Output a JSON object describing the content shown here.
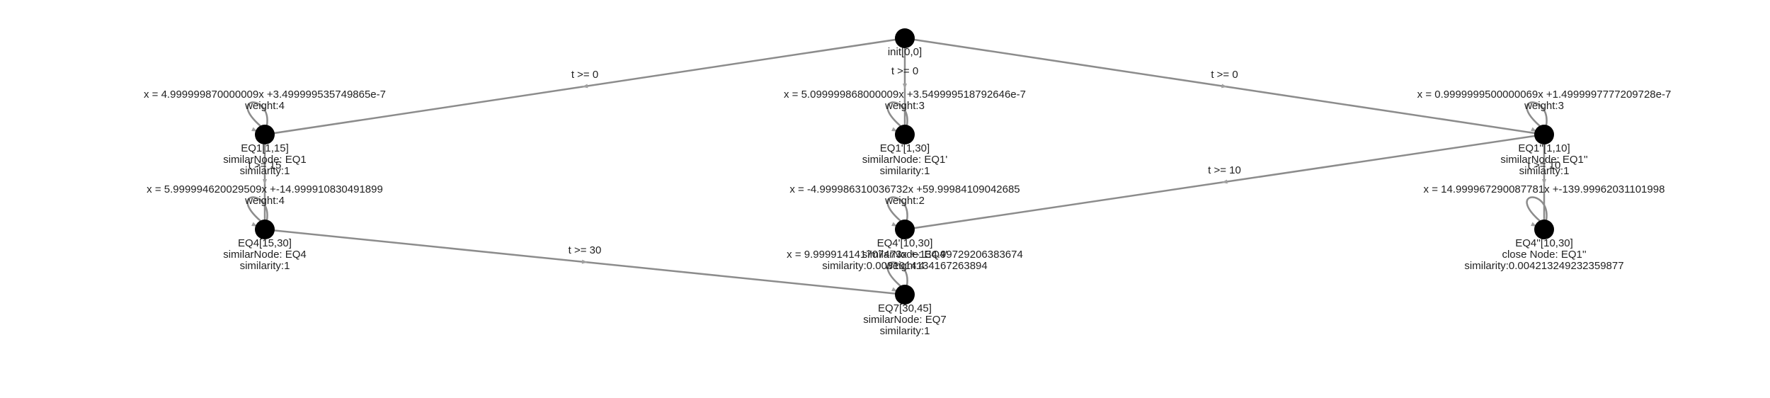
{
  "nodes": [
    {
      "id": "init",
      "lines": [
        "init[0,0]"
      ]
    },
    {
      "id": "eq1",
      "lines": [
        "EQ1[1,15]",
        "similarNode: EQ1",
        "similarity:1"
      ],
      "above": [
        "x = 4.999999870000009x +3.499999535749865e-7",
        "weight:4"
      ]
    },
    {
      "id": "eq1p",
      "lines": [
        "EQ1'[1,30]",
        "similarNode: EQ1'",
        "similarity:1"
      ],
      "above": [
        "x = 5.099999868000009x +3.549999518792646e-7",
        "weight:3"
      ]
    },
    {
      "id": "eq1pp",
      "lines": [
        "EQ1''[1,10]",
        "similarNode: EQ1''",
        "similarity:1"
      ],
      "above": [
        "x = 0.9999999500000069x +1.4999997777209728e-7",
        "weight:3"
      ]
    },
    {
      "id": "eq4",
      "lines": [
        "EQ4[15,30]",
        "similarNode: EQ4",
        "similarity:1"
      ],
      "above": [
        "x = 5.999994620029509x +-14.999910830491899",
        "weight:4"
      ]
    },
    {
      "id": "eq4p",
      "lines": [
        "EQ4'[10,30]",
        "similarNode: EQ4'",
        "similarity:0.0031014134167263894"
      ],
      "above": [
        "x = -4.999986310036732x +59.99984109042685",
        "weight:2"
      ]
    },
    {
      "id": "eq4pp",
      "lines": [
        "EQ4''[10,30]",
        "close Node: EQ1''",
        "similarity:0.004213249232359877"
      ],
      "above": [
        "x = 14.999967290087781x +-139.99962031101998",
        ""
      ]
    },
    {
      "id": "eq7",
      "lines": [
        "EQ7[30,45]",
        "similarNode: EQ7",
        "similarity:1"
      ],
      "above": [
        "x = 9.999914141707473x +-134.99729206383674",
        "weight:4"
      ]
    }
  ],
  "edges": [
    {
      "from": "init",
      "to": "eq1",
      "label": "t >= 0"
    },
    {
      "from": "init",
      "to": "eq1p",
      "label": "t >= 0"
    },
    {
      "from": "init",
      "to": "eq1pp",
      "label": "t >= 0"
    },
    {
      "from": "eq1",
      "to": "eq4",
      "label": "t >= 15"
    },
    {
      "from": "eq4",
      "to": "eq7",
      "label": "t >= 30"
    },
    {
      "from": "eq1pp",
      "to": "eq4p",
      "label": "t >= 10"
    },
    {
      "from": "eq1pp",
      "to": "eq4pp",
      "label": "t >= 10"
    }
  ]
}
